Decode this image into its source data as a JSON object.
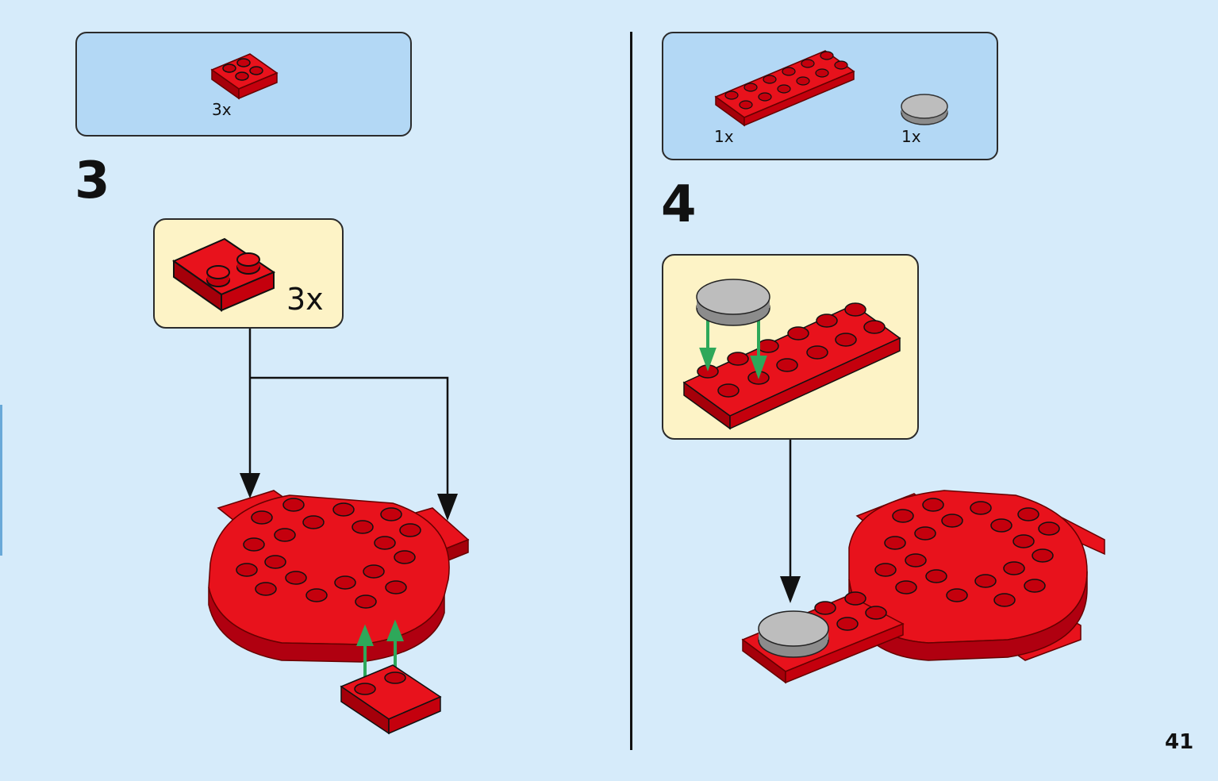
{
  "step3": {
    "number": "3",
    "parts_qty": "3x",
    "callout_qty": "3x"
  },
  "step4": {
    "number": "4",
    "parts": [
      {
        "qty": "1x",
        "icon": "red-2x6-plate"
      },
      {
        "qty": "1x",
        "icon": "gray-round-tile"
      }
    ]
  },
  "page_number": "41",
  "colors": {
    "background": "#d6ebfa",
    "parts_box": "#b3d8f5",
    "callout": "#fdf3c6",
    "brick_red": "#d9000d",
    "arrow_green": "#2ea85a",
    "tile_gray": "#b7b7b7"
  }
}
